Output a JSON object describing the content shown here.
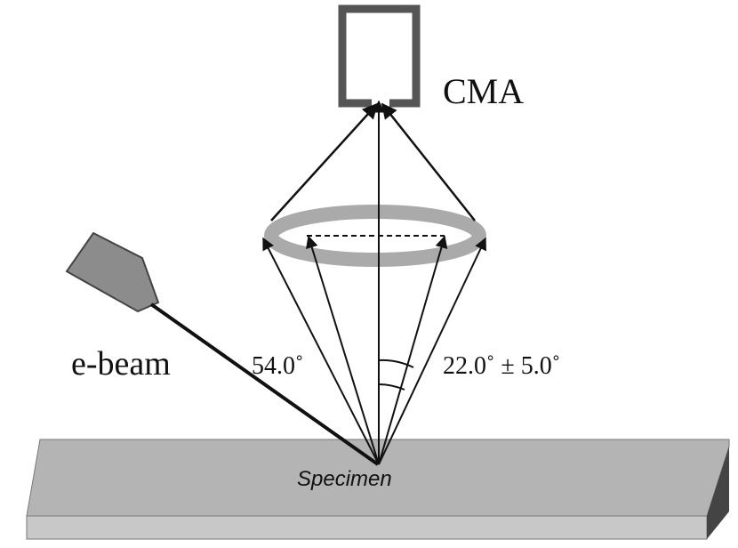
{
  "labels": {
    "analyzer": "CMA",
    "beam": "e-beam",
    "incidence_angle": "54.0˚",
    "emission_angle": "22.0˚ ± 5.0˚",
    "sample": "Specimen"
  },
  "colors": {
    "ink": "#111111",
    "analyzer_frame": "#555555",
    "ring": "#aaaaaa",
    "gun": "#8c8c8c",
    "specimen_top": "#b4b4b4",
    "specimen_front": "#c8c8c8",
    "specimen_side": "#444444"
  }
}
